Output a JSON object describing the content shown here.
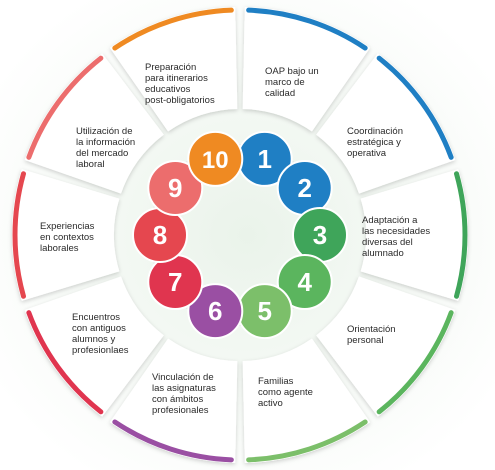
{
  "items": [
    {
      "number": "1",
      "label": "OAP bajo un\nmarco de\ncalidad",
      "color": "#1f7fc4"
    },
    {
      "number": "2",
      "label": "Coordinación\nestratégica y\noperativa",
      "color": "#1f7fc4"
    },
    {
      "number": "3",
      "label": "Adaptación a\nlas necesidades\ndiversas del\nalumnado",
      "color": "#3fa55a"
    },
    {
      "number": "4",
      "label": "Orientación\npersonal",
      "color": "#5bb55e"
    },
    {
      "number": "5",
      "label": "Familias\ncomo agente\nactivo",
      "color": "#7cbf6a"
    },
    {
      "number": "6",
      "label": "Vinculación de\nlas asignaturas\ncon ámbitos\nprofesionales",
      "color": "#9a4fa3"
    },
    {
      "number": "7",
      "label": "Encuentros\ncon antiguos\nalumnos y\nprofesionlaes",
      "color": "#e0354f"
    },
    {
      "number": "8",
      "label": "Experiencias\nen contextos\nlaborales",
      "color": "#e5474f"
    },
    {
      "number": "9",
      "label": "Utilización de\nla información\ndel mercado\nlaboral",
      "color": "#ec6d6d"
    },
    {
      "number": "10",
      "label": "Preparación\npara itinerarios\neducativos\npost-obligatorios",
      "color": "#ef8a22"
    }
  ]
}
